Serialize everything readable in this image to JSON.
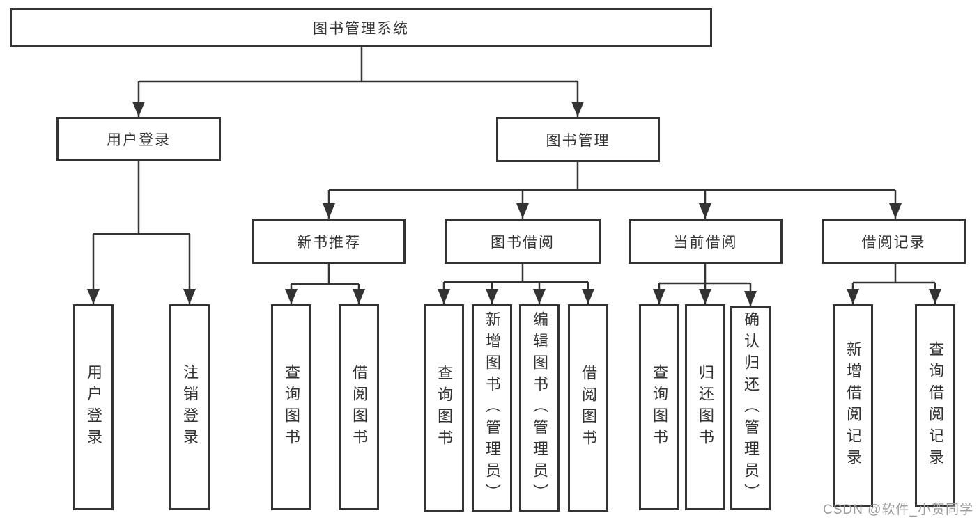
{
  "diagram": {
    "title": "图书管理系统",
    "children": [
      {
        "label": "用户登录",
        "children": [
          {
            "label": "用户登录"
          },
          {
            "label": "注销登录"
          }
        ]
      },
      {
        "label": "图书管理",
        "children": [
          {
            "label": "新书推荐",
            "children": [
              {
                "label": "查询图书"
              },
              {
                "label": "借阅图书"
              }
            ]
          },
          {
            "label": "图书借阅",
            "children": [
              {
                "label": "查询图书"
              },
              {
                "label": "新增图书（管理员）"
              },
              {
                "label": "编辑图书（管理员）"
              },
              {
                "label": "借阅图书"
              }
            ]
          },
          {
            "label": "当前借阅",
            "children": [
              {
                "label": "查询图书"
              },
              {
                "label": "归还图书"
              },
              {
                "label": "确认归还（管理员）"
              }
            ]
          },
          {
            "label": "借阅记录",
            "children": [
              {
                "label": "新增借阅记录"
              },
              {
                "label": "查询借阅记录"
              }
            ]
          }
        ]
      }
    ]
  },
  "watermark": {
    "text": "CSDN @软件_小贺同学"
  },
  "colors": {
    "line": "#333333",
    "text": "#333333",
    "box_fill": "#ffffff",
    "background": "#ffffff",
    "watermark": "#9b9b9b"
  }
}
